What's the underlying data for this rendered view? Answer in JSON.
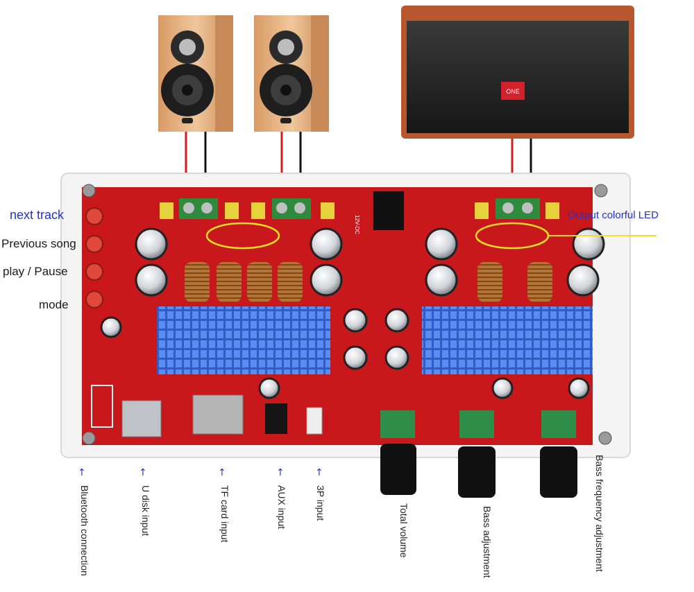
{
  "labels": {
    "left": [
      {
        "id": "next",
        "text": "next track"
      },
      {
        "id": "prev",
        "text": "Previous song"
      },
      {
        "id": "play",
        "text": "play / Pause"
      },
      {
        "id": "mode",
        "text": "mode"
      }
    ],
    "right": {
      "text": "Output colorful LED"
    },
    "bottom": [
      {
        "id": "bt",
        "text": "Bluetooth connection"
      },
      {
        "id": "udisk",
        "text": "U disk input"
      },
      {
        "id": "tf",
        "text": "TF card input"
      },
      {
        "id": "aux",
        "text": "AUX input"
      },
      {
        "id": "3p",
        "text": "3P input"
      },
      {
        "id": "vol",
        "text": "Total volume"
      },
      {
        "id": "bass",
        "text": "Bass adjustment"
      },
      {
        "id": "bassf",
        "text": "Bass frequency adjustment"
      }
    ]
  },
  "pcb_markings": {
    "speaker_logo": "ONE",
    "dc_input": "12V-DC"
  },
  "colors": {
    "board": "#c8181c",
    "heatsink": "#3f6fd8",
    "wood": "#e7b98a",
    "annotation": "#2233cc",
    "highlight_ring": "#f0e020"
  }
}
